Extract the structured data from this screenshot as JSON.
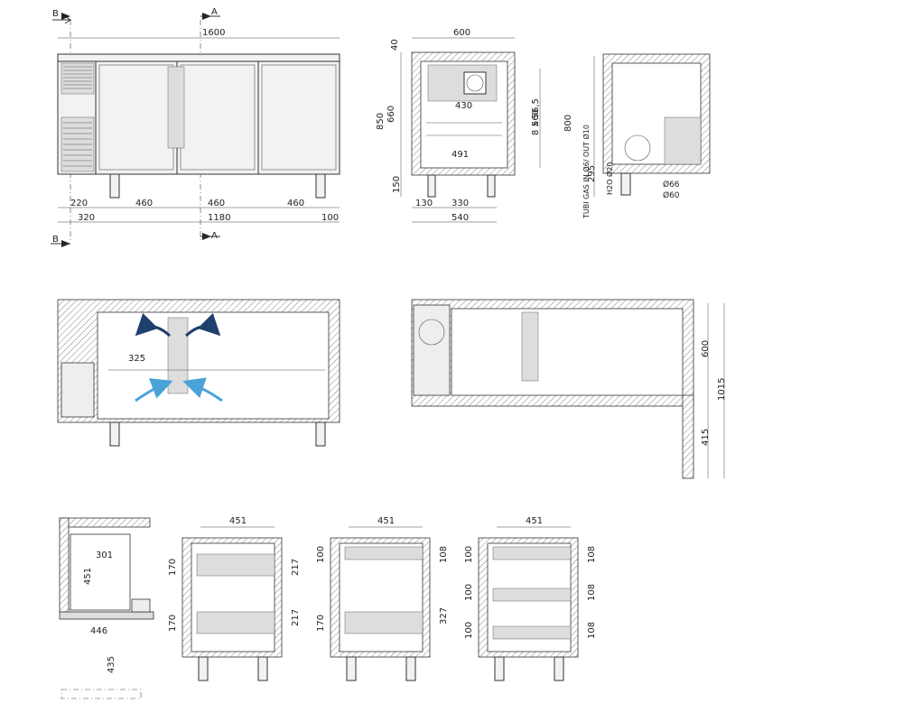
{
  "labels": {
    "section_b": "B",
    "section_a": "A",
    "front_overall": "1600",
    "front_220": "220",
    "front_460_1": "460",
    "front_460_2": "460",
    "front_460_3": "460",
    "front_320": "320",
    "front_1180": "1180",
    "front_100": "100",
    "side_600": "600",
    "side_40": "40",
    "side_850": "850",
    "side_660": "660",
    "side_430": "430",
    "side_560": "560",
    "side_shelf_pitch": "8 x 56,5",
    "side_491": "491",
    "side_150": "150",
    "side_130": "130",
    "side_330": "330",
    "side_540": "540",
    "rear_800": "800",
    "rear_gas": "TUBI GAS IN Ø6/ OUT Ø10",
    "rear_295": "295",
    "rear_h2o": "H2O Ø20",
    "rear_66": "Ø66",
    "rear_60": "Ø60",
    "plan_325": "325",
    "top_600": "600",
    "top_1015": "1015",
    "top_415": "415",
    "drawer_301": "301",
    "drawer_451_v": "451",
    "drawer_446": "446",
    "drawer_435": "435",
    "d1_451": "451",
    "d1_170_a": "170",
    "d1_170_b": "170",
    "d1_217_a": "217",
    "d1_217_b": "217",
    "d2_451": "451",
    "d2_100_a": "100",
    "d2_108": "108",
    "d2_170": "170",
    "d2_327": "327",
    "d3_451": "451",
    "d3_100_a": "100",
    "d3_100_b": "100",
    "d3_100_c": "100",
    "d3_108_a": "108",
    "d3_108_b": "108",
    "d3_108_c": "108"
  },
  "colors": {
    "airflow_hot": "#1f3f6e",
    "airflow_cold": "#4aa3d8",
    "line": "#333333"
  }
}
